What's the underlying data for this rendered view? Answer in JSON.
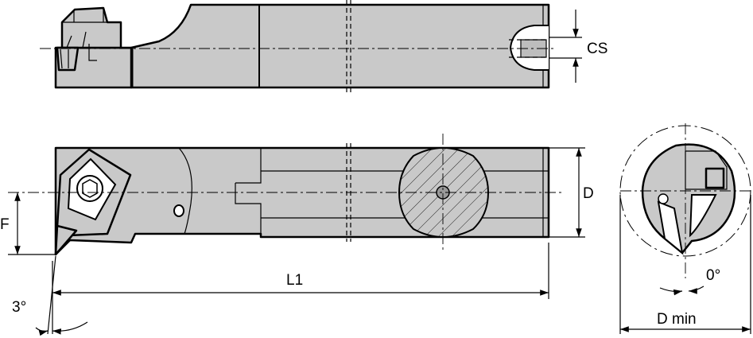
{
  "dimensions": {
    "cs": "CS",
    "d": "D",
    "f": "F",
    "l1": "L1",
    "angle_3": "3°",
    "angle_0": "0°",
    "d_min": "D min"
  },
  "colors": {
    "body": "#c9c9c9",
    "outline": "#000000",
    "background": "#ffffff"
  }
}
